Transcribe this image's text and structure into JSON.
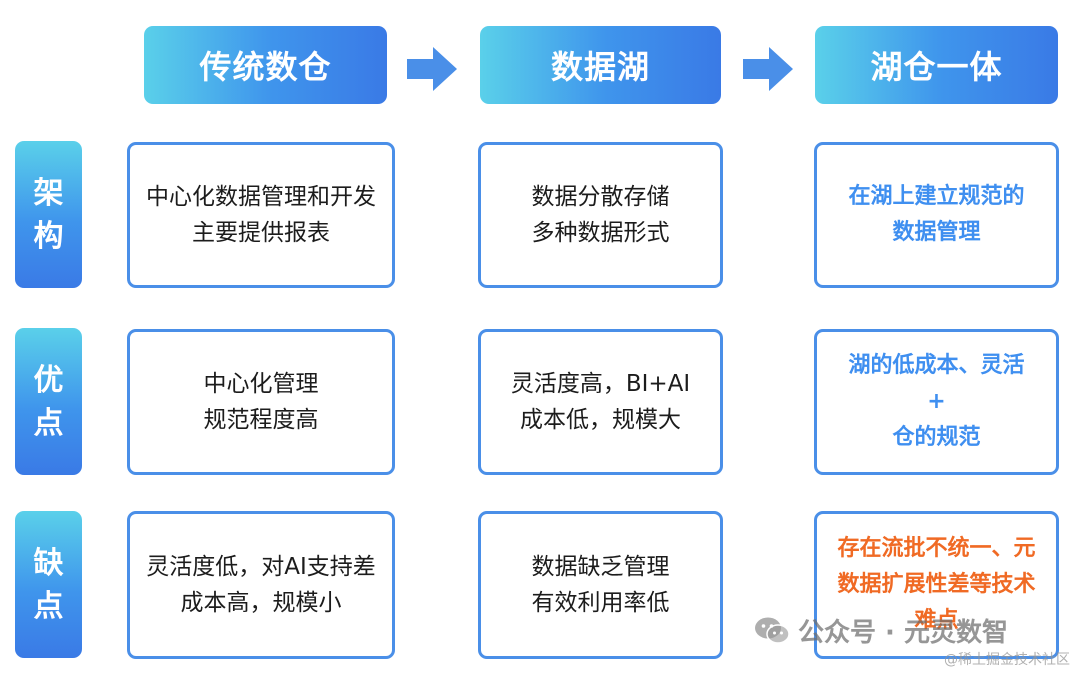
{
  "headers": [
    "传统数仓",
    "数据湖",
    "湖仓一体"
  ],
  "row_labels": [
    [
      "架",
      "构"
    ],
    [
      "优",
      "点"
    ],
    [
      "缺",
      "点"
    ]
  ],
  "cells": {
    "architecture": [
      [
        "中心化数据管理和开发",
        "主要提供报表"
      ],
      [
        "数据分散存储",
        "多种数据形式"
      ],
      [
        "在湖上建立规范的",
        "数据管理"
      ]
    ],
    "pros": [
      [
        "中心化管理",
        "规范程度高"
      ],
      [
        "灵活度高，BI+AI",
        "成本低，规模大"
      ],
      [
        "湖的低成本、灵活",
        "+",
        "仓的规范"
      ]
    ],
    "cons": [
      [
        "灵活度低，对AI支持差",
        "成本高，规模小"
      ],
      [
        "数据缺乏管理",
        "有效利用率低"
      ],
      [
        "存在流批不统一、元",
        "数据扩展性差等技术",
        "难点"
      ]
    ]
  },
  "watermark": {
    "icon": "wechat-icon",
    "account": "公众号 · 元灵数智",
    "site": "@稀土掘金技术社区"
  },
  "colors": {
    "accent_blue": "#3f8ff0",
    "accent_orange": "#f06a24",
    "gradient_start": "#5ad0ea",
    "gradient_end": "#3a7ae6"
  }
}
